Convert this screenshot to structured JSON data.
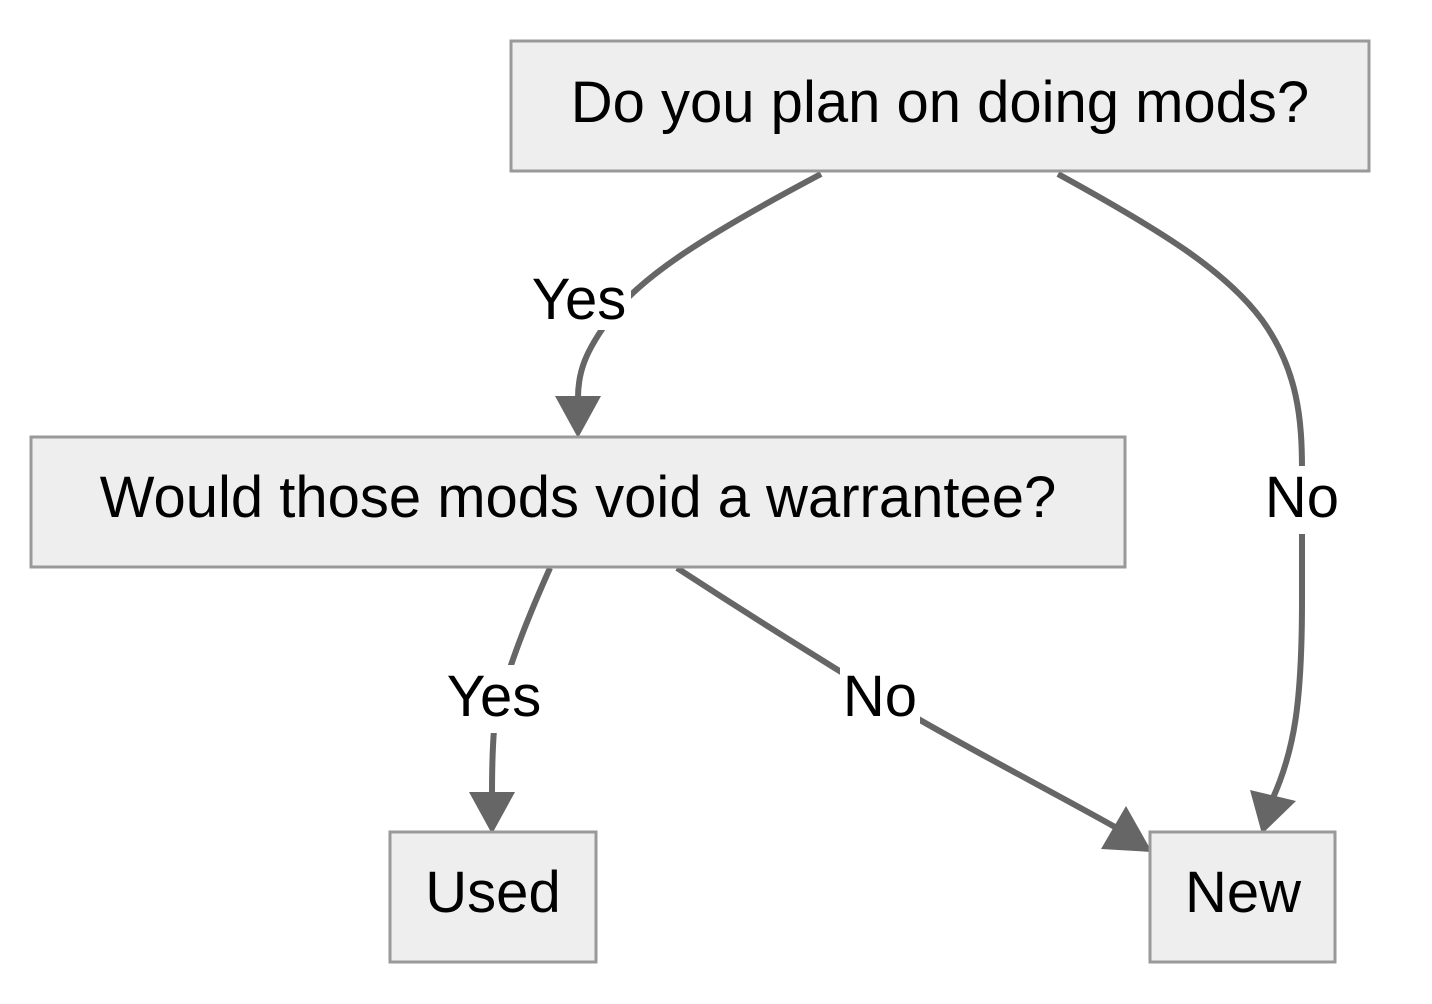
{
  "nodes": {
    "mods_question": "Do you plan on doing mods?",
    "warranty_question": "Would those mods void a warrantee?",
    "used": "Used",
    "new": "New"
  },
  "edges": {
    "mods_yes": "Yes",
    "mods_no": "No",
    "warranty_yes": "Yes",
    "warranty_no": "No"
  },
  "colors": {
    "node_fill": "#eeeeee",
    "node_border": "#999999",
    "edge": "#666666",
    "text": "#000000"
  }
}
